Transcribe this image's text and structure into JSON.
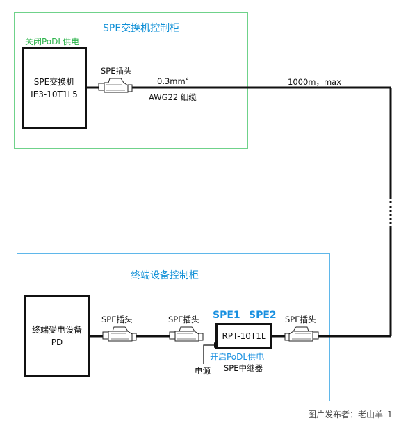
{
  "top_cabinet": {
    "title": "SPE交换机控制柜",
    "podl_note": "关闭PoDL供电",
    "switch_line1": "SPE交换机",
    "switch_line2": "IE3-10T1L5",
    "plug_label": "SPE插头",
    "cable_size": "0.3mm",
    "cable_size_sup": "2",
    "cable_type": "AWG22 细缆"
  },
  "link": {
    "length_label": "1000m，max"
  },
  "bottom_cabinet": {
    "title": "终端设备控制柜",
    "device_line1": "终端受电设备",
    "device_line2": "PD",
    "plug_label_1": "SPE插头",
    "plug_label_2": "SPE插头",
    "plug_label_3": "SPE插头",
    "port1": "SPE1",
    "port2": "SPE2",
    "repeater_model": "RPT-10T1L",
    "podl_note": "开启PoDL供电",
    "power_label": "电源",
    "repeater_name": "SPE中继器"
  },
  "footer": {
    "credit": "图片发布者：老山羊_1"
  }
}
